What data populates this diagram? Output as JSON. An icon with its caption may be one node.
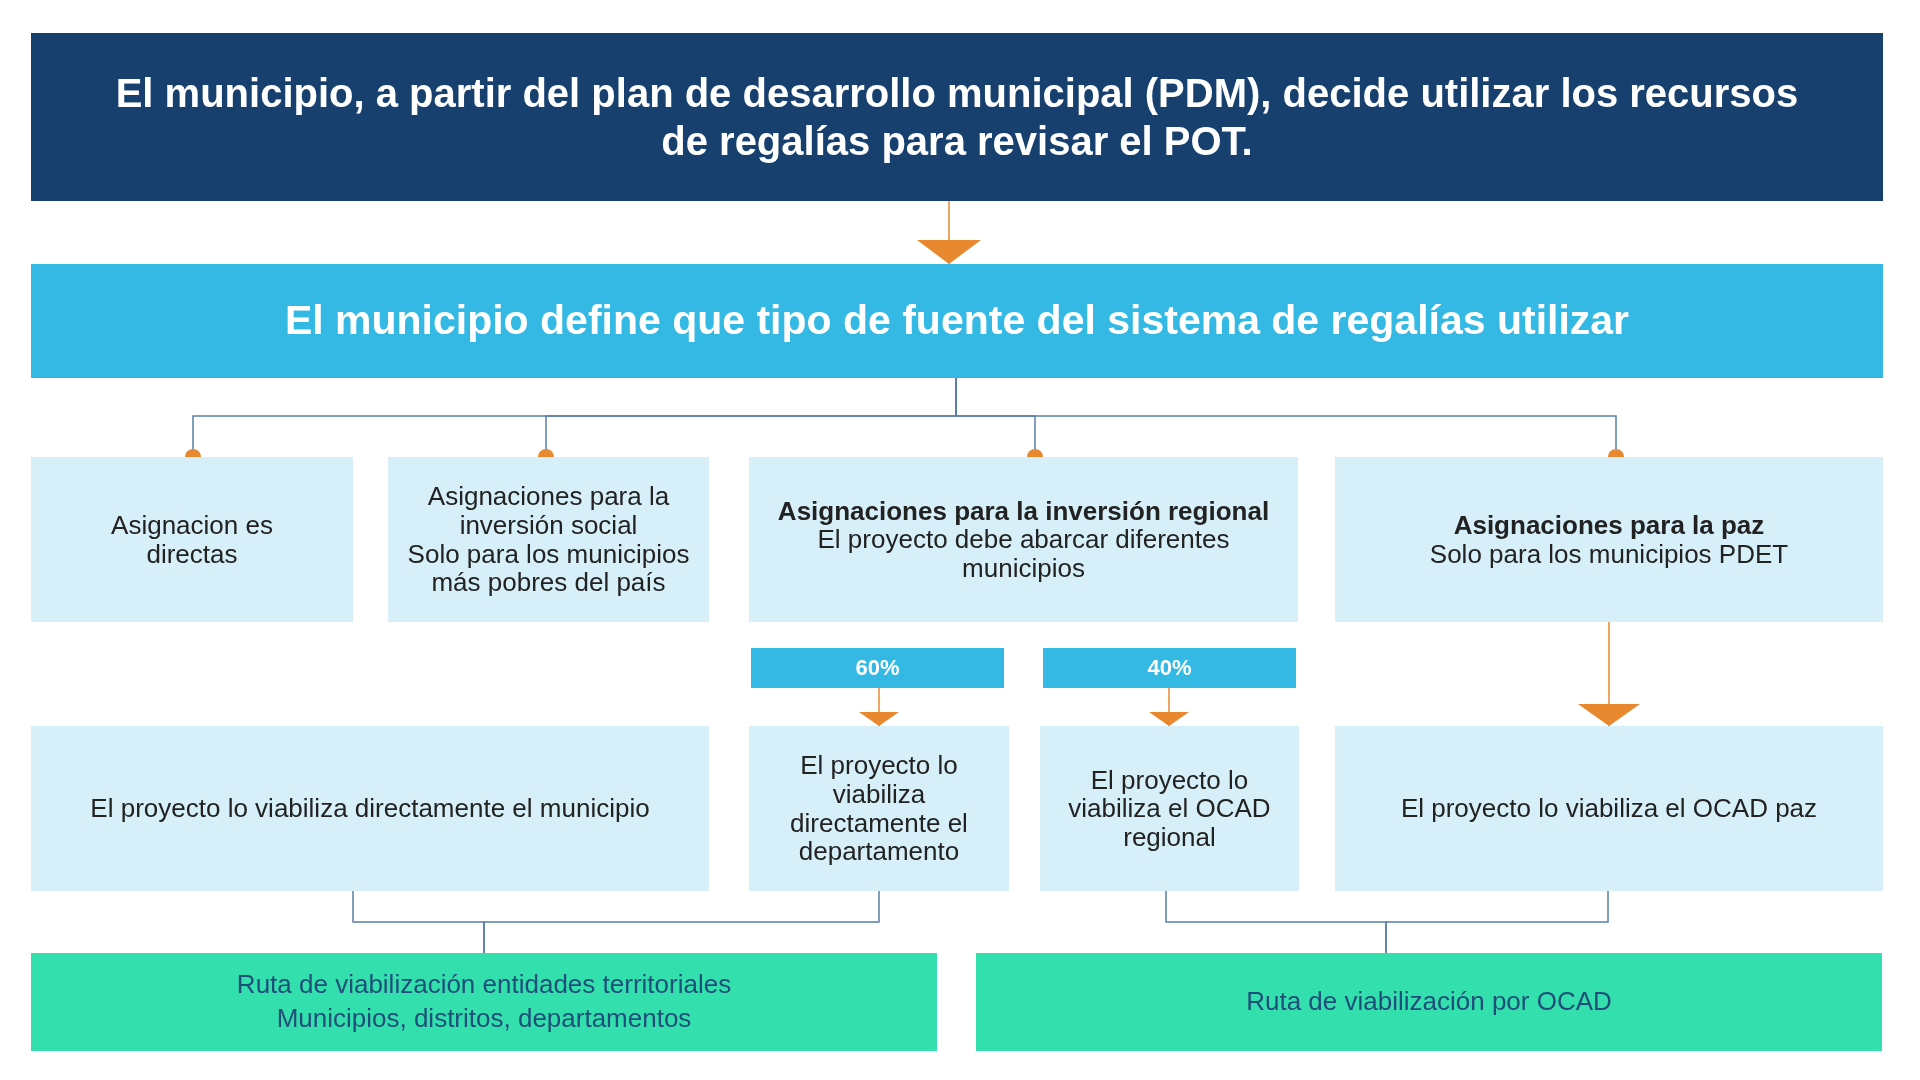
{
  "diagram": {
    "nodes": [
      {
        "text": [
          "El municipio, a partir del plan de desarrollo municipal (PDM), decide utilizar los recursos de regalías para revisar el POT."
        ]
      },
      {
        "text": [
          "El municipio define que tipo de fuente del sistema de regalías utilizar"
        ]
      },
      {
        "text": [
          "Asignacion es directas"
        ]
      },
      {
        "text": [
          "Asignaciones para la inversión social",
          "Solo para los municipios más pobres del país"
        ]
      },
      {
        "text": [
          "Asignaciones para la inversión regional",
          "El proyecto debe abarcar diferentes municipios"
        ]
      },
      {
        "text": [
          "Asignaciones para la paz",
          "Solo para los municipios PDET"
        ]
      },
      {
        "text": [
          "60%"
        ]
      },
      {
        "text": [
          "40%"
        ]
      },
      {
        "text": [
          "El proyecto lo viabiliza directamente el municipio"
        ]
      },
      {
        "text": [
          "El proyecto lo viabiliza directamente el departamento"
        ]
      },
      {
        "text": [
          "El proyecto lo viabiliza el OCAD regional"
        ]
      },
      {
        "text": [
          "El proyecto lo viabiliza el OCAD paz"
        ]
      },
      {
        "text": [
          "Ruta de viabilización entidades territoriales",
          "Municipios, distritos, departamentos"
        ]
      },
      {
        "text": [
          "Ruta de viabilización por OCAD"
        ]
      }
    ],
    "edges": [
      {
        "from": 0,
        "to": 1,
        "arrow": "to",
        "color": "#e8892f"
      },
      {
        "from": 1,
        "to": 2,
        "arrow": "other"
      },
      {
        "from": 1,
        "to": 3,
        "arrow": "other"
      },
      {
        "from": 1,
        "to": 4,
        "arrow": "other"
      },
      {
        "from": 1,
        "to": 5,
        "arrow": "other"
      },
      {
        "from": 6,
        "to": 9,
        "arrow": "to",
        "color": "#e8892f"
      },
      {
        "from": 7,
        "to": 10,
        "arrow": "to",
        "color": "#e8892f"
      },
      {
        "from": 5,
        "to": 11,
        "arrow": "to",
        "color": "#e8892f"
      },
      {
        "from": 8,
        "to": 12,
        "arrow": "none"
      },
      {
        "from": 9,
        "to": 12,
        "arrow": "none"
      },
      {
        "from": 10,
        "to": 13,
        "arrow": "none"
      },
      {
        "from": 11,
        "to": 13,
        "arrow": "none"
      }
    ]
  }
}
